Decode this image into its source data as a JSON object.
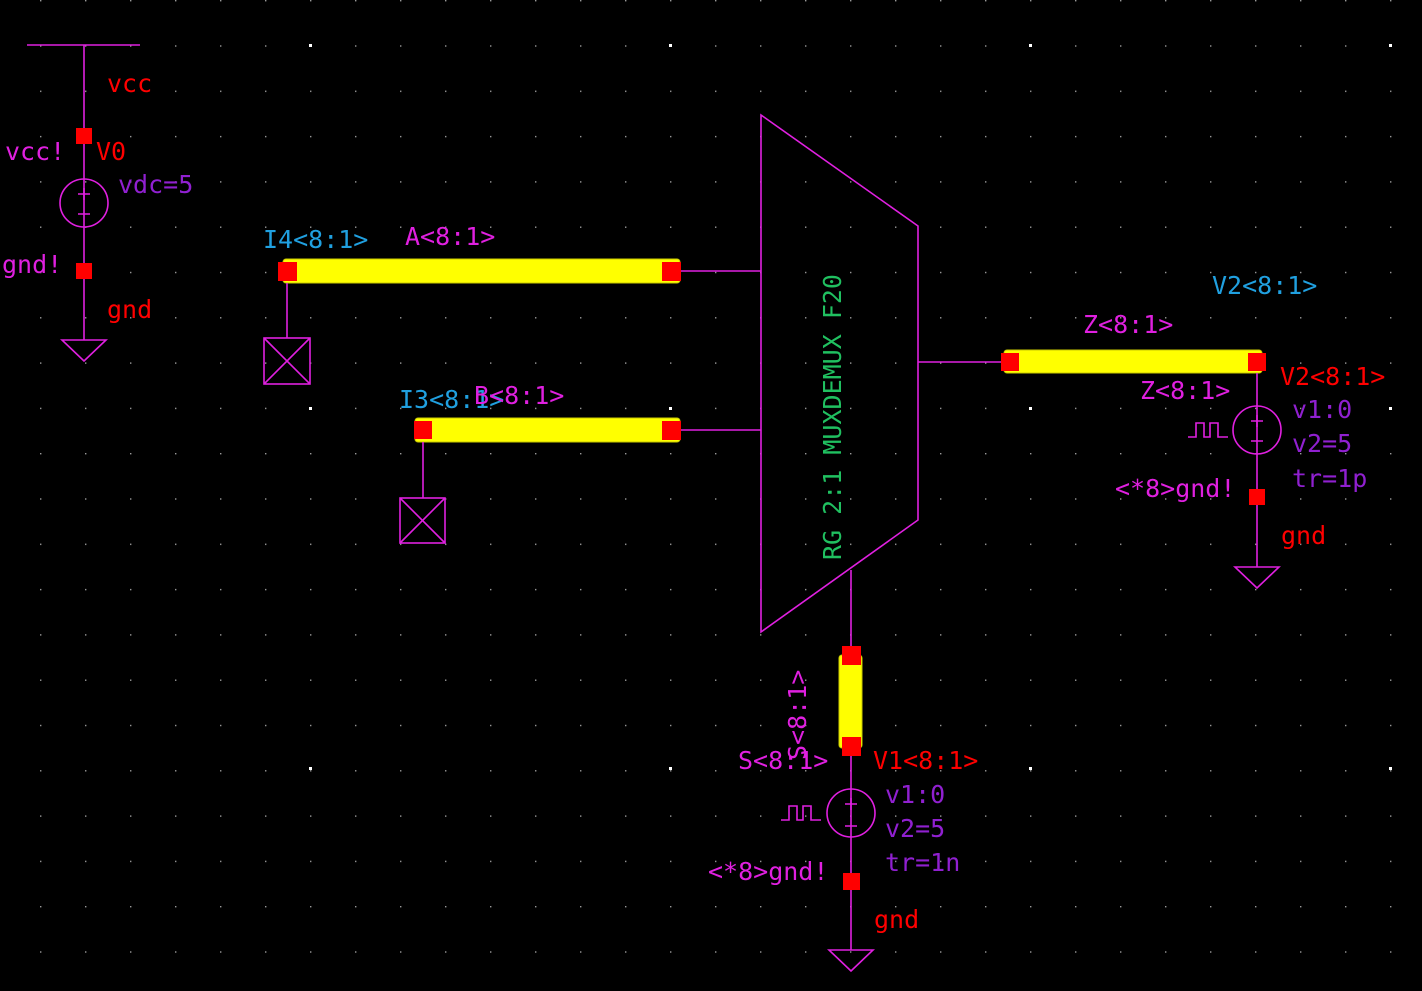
{
  "colors": {
    "background": "#000000",
    "wire": "#e020e0",
    "bus_highlight": "#ffff00",
    "pin": "#ff0000",
    "instance_label": "#ff0000",
    "net_label": "#e020e0",
    "pin_name": "#20a0e0",
    "parameter": "#9020d0",
    "cell_name": "#20c060"
  },
  "supply": {
    "net_top": "vcc",
    "vcc_net": "vcc!",
    "instance": "V0",
    "param": "vdc=5",
    "gnd_net": "gnd!",
    "ground": "gnd"
  },
  "input_a": {
    "pin": "I4<8:1>",
    "net": "A<8:1>"
  },
  "input_b": {
    "pin": "I3<8:1>",
    "net": "B<8:1>"
  },
  "mux": {
    "cell_name": "RG 2:1 MUXDEMUX F20"
  },
  "output_z": {
    "net": "Z<8:1>",
    "pin": "V2<8:1>",
    "net_below": "Z<8:1>",
    "instance": "V2<8:1>",
    "params": [
      "v1:0",
      "v2=5",
      "tr=1p"
    ],
    "gnd_net": "<*8>gnd!",
    "ground": "gnd"
  },
  "select_s": {
    "net_vertical": "S<8:1>",
    "net": "S<8:1>",
    "instance": "V1<8:1>",
    "params": [
      "v1:0",
      "v2=5",
      "tr=1n"
    ],
    "gnd_net": "<*8>gnd!",
    "ground": "gnd"
  }
}
